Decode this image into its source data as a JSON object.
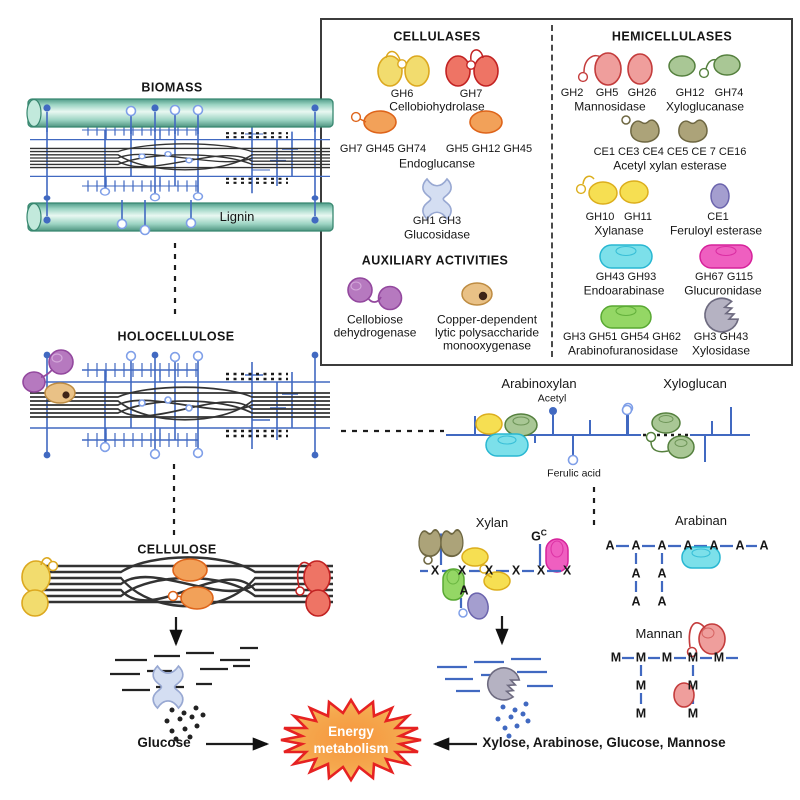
{
  "pathway": {
    "biomass_title": "BIOMASS",
    "lignin_label": "Lignin",
    "holocellulose_title": "HOLOCELLULOSE",
    "cellulose_title": "CELLULOSE",
    "glucose_label": "Glucose",
    "sugars_label": "Xylose, Arabinose, Glucose, Mannose",
    "energy_line1": "Energy",
    "energy_line2": "metabolism"
  },
  "polysaccharides": {
    "arabinoxylan_title": "Arabinoxylan",
    "acetyl_label": "Acetyl",
    "ferulic_label": "Ferulic acid",
    "xyloglucan_title": "Xyloglucan",
    "xylan_title": "Xylan",
    "xylan_unit": "X",
    "xylan_backbone_count": 6,
    "glucuronic_label": "G",
    "glucuronic_sup": "C",
    "arabinose_branch": "A",
    "arabinan_title": "Arabinan",
    "arabinan_unit": "A",
    "arabinan_backbone_count": 7,
    "mannan_title": "Mannan",
    "mannan_unit": "M",
    "mannan_backbone_count": 5
  },
  "legend": {
    "cellulases_title": "CELLULASES",
    "cbh_gh_left": "GH6",
    "cbh_gh_right": "GH7",
    "cbh_name": "Cellobiohydrolase",
    "eg_gh_left": "GH7 GH45 GH74",
    "eg_gh_right": "GH5 GH12 GH45",
    "eg_name": "Endoglucanse",
    "glu_gh": "GH1 GH3",
    "glu_name": "Glucosidase",
    "aux_title": "AUXILIARY ACTIVITIES",
    "cdh_line1": "Cellobiose",
    "cdh_line2": "dehydrogenase",
    "lpmo_line1": "Copper-dependent",
    "lpmo_line2": "lytic polysaccharide",
    "lpmo_line3": "monooxygenase",
    "hemicellulases_title": "HEMICELLULASES",
    "man_gh1": "GH2",
    "man_gh2": "GH5",
    "man_gh3": "GH26",
    "man_name": "Mannosidase",
    "xg_gh1": "GH12",
    "xg_gh2": "GH74",
    "xg_name": "Xyloglucanase",
    "axe_gh": "CE1 CE3 CE4 CE5 CE 7 CE16",
    "axe_name": "Acetyl xylan esterase",
    "xyl_gh1": "GH10",
    "xyl_gh2": "GH11",
    "xyl_name": "Xylanase",
    "fae_gh": "CE1",
    "fae_name": "Feruloyl esterase",
    "ea_gh": "GH43 GH93",
    "ea_name": "Endoarabinase",
    "glc_gh": "GH67 G115",
    "glc_name": "Glucuronidase",
    "abf_gh": "GH3 GH51 GH54 GH62",
    "abf_name": "Arabinofuranosidase",
    "xsd_gh": "GH3 GH43",
    "xsd_name": "Xylosidase"
  },
  "colors": {
    "cellobiohydrolase_gh6": "#F2DC6E",
    "cellobiohydrolase_gh7": "#EE7465",
    "endoglucanase": "#F2A159",
    "glucosidase": "#D4DEF2",
    "cellobiose_dehydrogenase": "#B679BF",
    "lpmo": "#E9C186",
    "mannosidase": "#EF9E9C",
    "xyloglucanase": "#A9C795",
    "acetyl_xylan_esterase": "#ACA379",
    "xylanase": "#F6DF52",
    "feruloyl_esterase": "#A49ECF",
    "endoarabinase": "#7CE0EA",
    "glucuronidase": "#EF5FC0",
    "arabinofuranosidase": "#94D765",
    "xylosidase": "#B5B2C2",
    "lignin_rod": "#A7D8C9",
    "hemicellulose_blue": "#4169C1",
    "cellulose_black": "#333333",
    "energy_star_border": "#E62222"
  }
}
